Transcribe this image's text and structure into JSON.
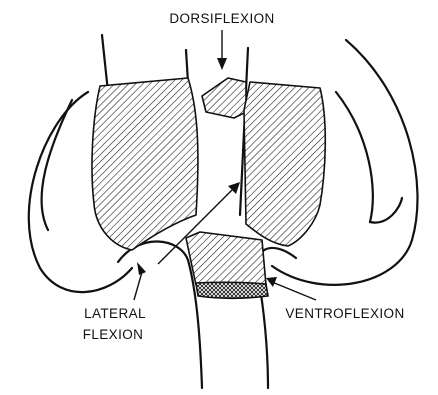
{
  "labels": {
    "dorsiflexion": "DORSIFLEXION",
    "lateral_line1": "LATERAL",
    "lateral_line2": "FLEXION",
    "ventroflexion": "VENTROFLEXION"
  },
  "colors": {
    "stroke": "#111111",
    "background": "#ffffff"
  }
}
